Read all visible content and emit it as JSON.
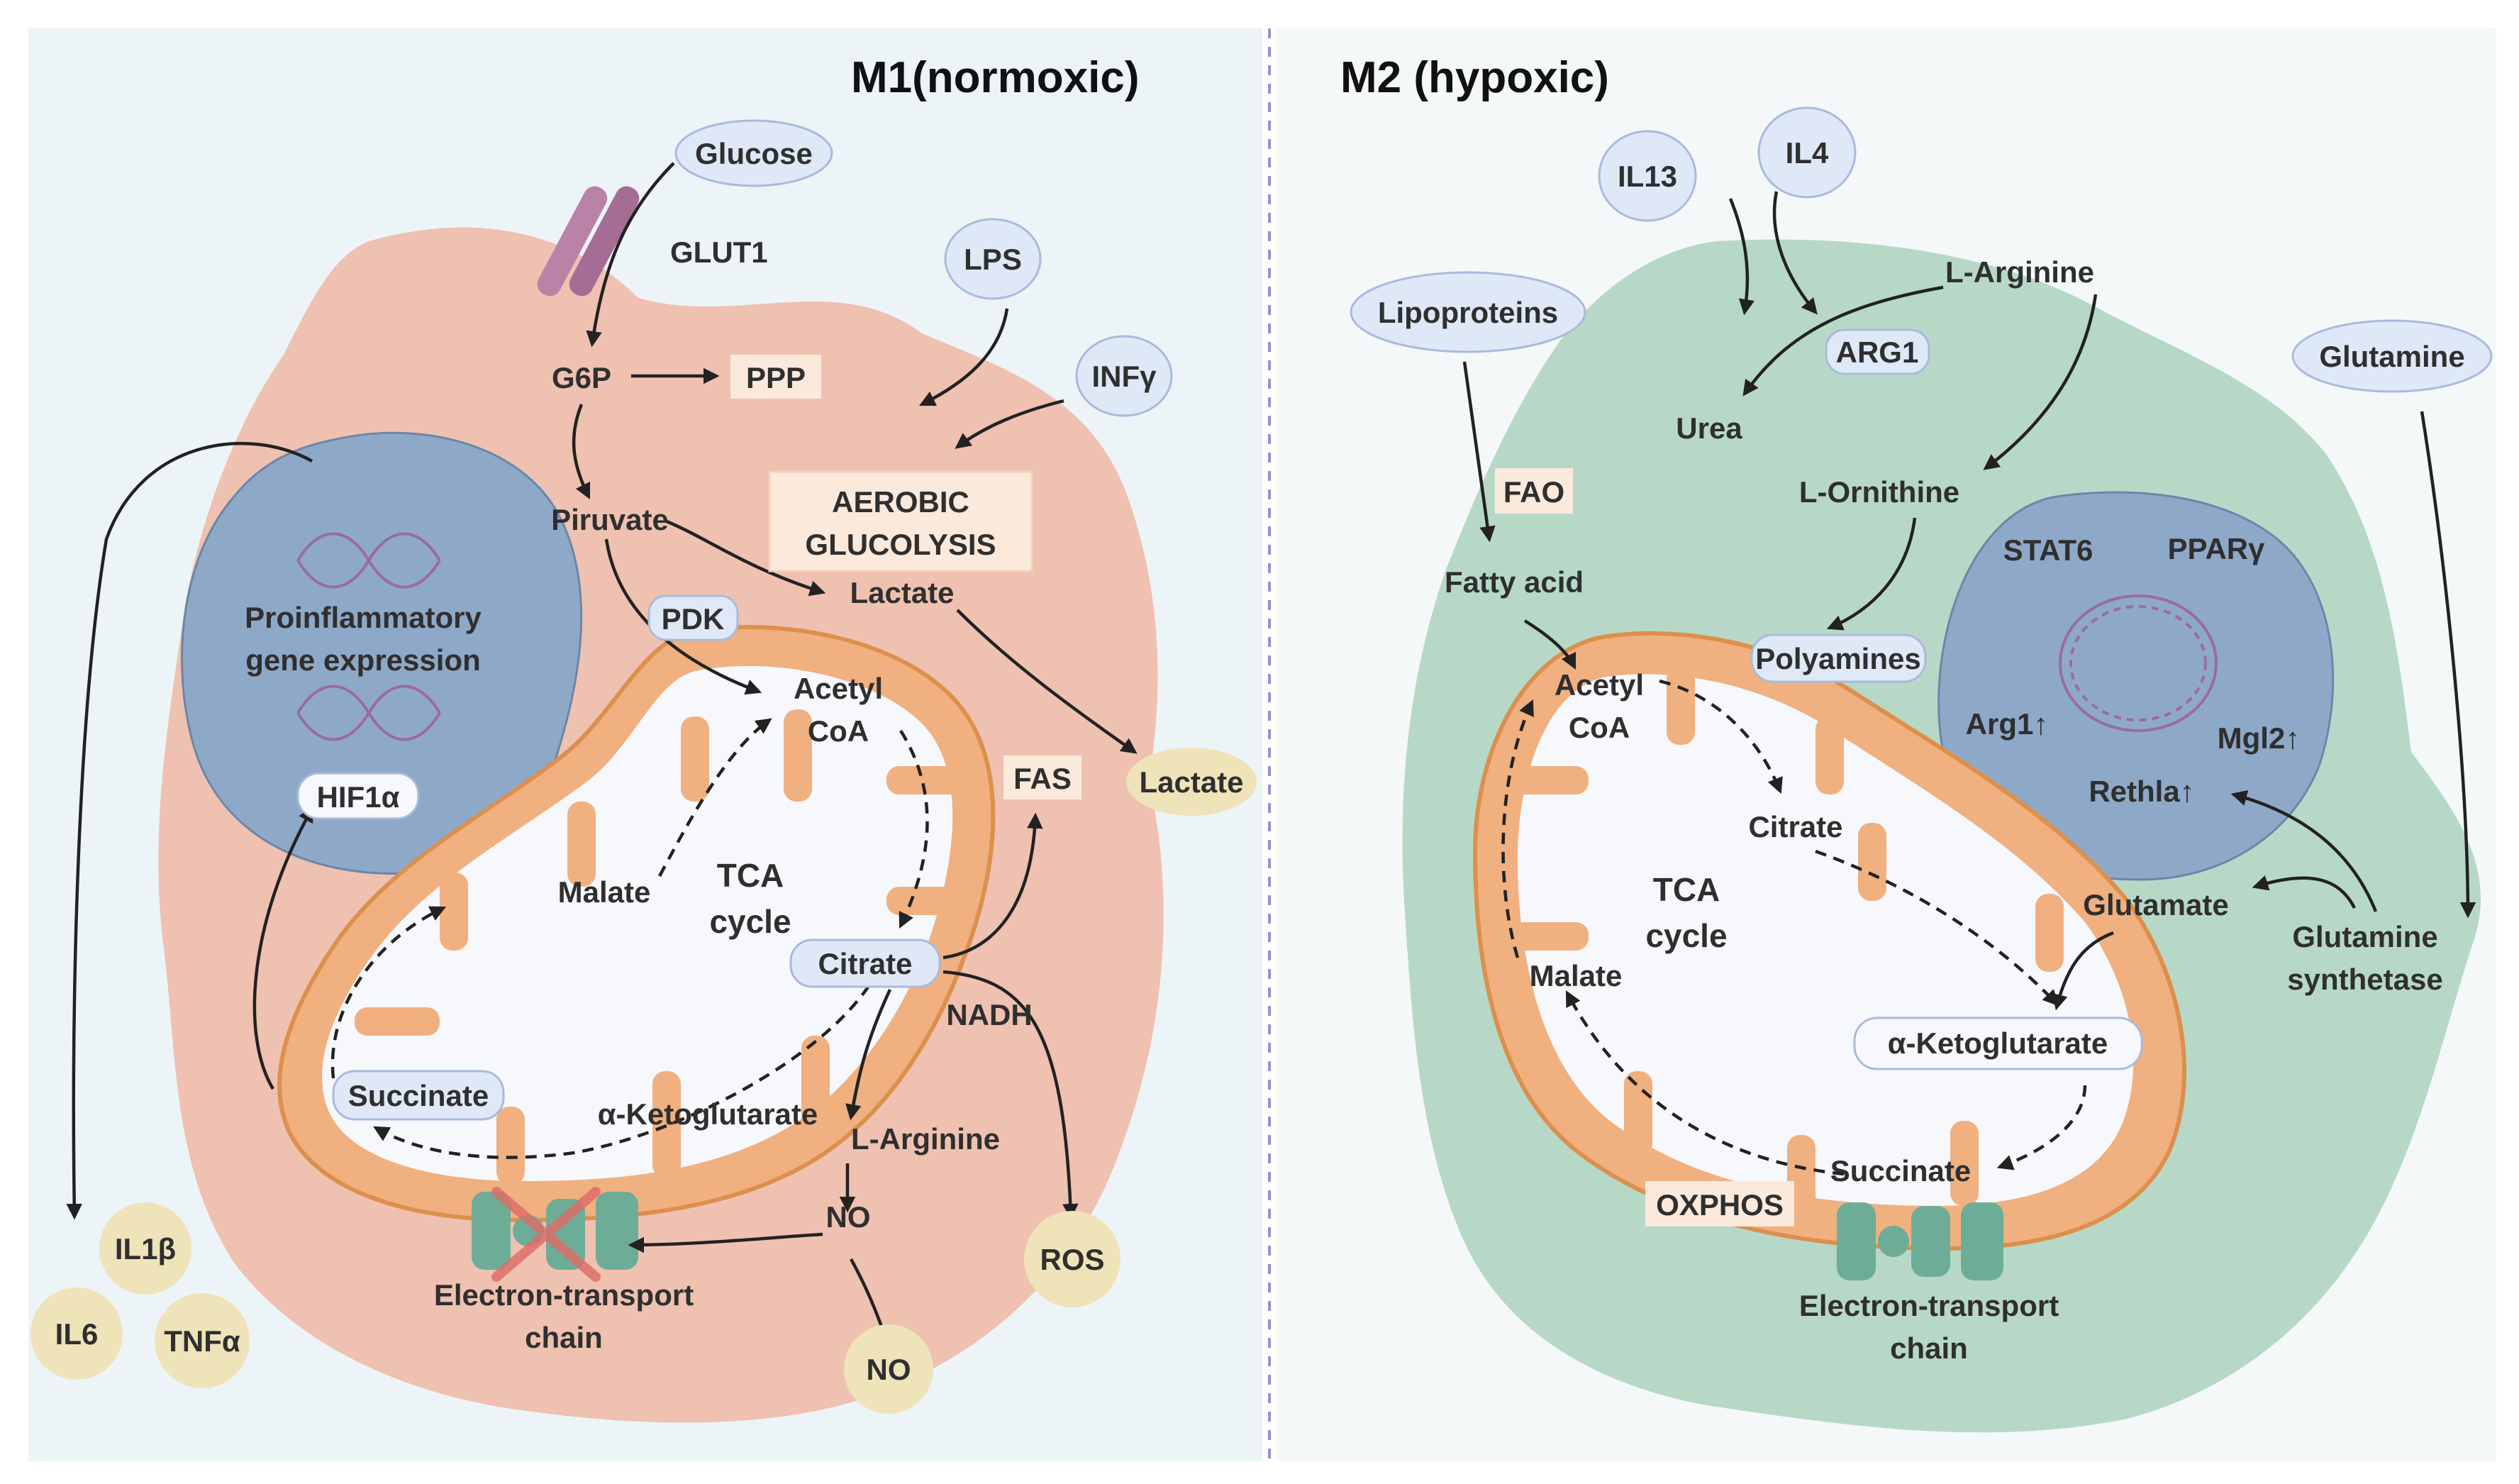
{
  "panels": {
    "m1": {
      "title": "M1(normoxic)",
      "inputs": {
        "glucose": "Glucose",
        "glut1": "GLUT1",
        "lps": "LPS",
        "infg": "INFγ"
      },
      "glycolysis": {
        "g6p": "G6P",
        "ppp": "PPP",
        "pyruvate": "Piruvate",
        "aerobic_line1": "AEROBIC",
        "aerobic_line2": "GLUCOLYSIS",
        "lactate": "Lactate",
        "lactate_out": "Lactate",
        "pdk": "PDK"
      },
      "nucleus": {
        "line1": "Proinflammatory",
        "line2": "gene expression",
        "hif1a": "HIF1α"
      },
      "mito": {
        "acetyl1": "Acetyl",
        "acetyl2": "CoA",
        "tca1": "TCA",
        "tca2": "cycle",
        "malate": "Malate",
        "citrate": "Citrate",
        "succinate": "Succinate",
        "akg": "α-Ketoglutarate"
      },
      "outputs": {
        "fas": "FAS",
        "nadh": "NADH",
        "larginine": "L-Arginine",
        "no": "NO",
        "no_out": "NO",
        "ros": "ROS",
        "etc1": "Electron-transport",
        "etc2": "chain"
      },
      "cytokines": {
        "il1b": "IL1β",
        "il6": "IL6",
        "tnfa": "TNFα"
      }
    },
    "m2": {
      "title": "M2 (hypoxic)",
      "inputs": {
        "il13": "IL13",
        "il4": "IL4",
        "lipoproteins": "Lipoproteins",
        "glutamine": "Glutamine"
      },
      "arginine": {
        "larginine": "L-Arginine",
        "arg1": "ARG1",
        "urea": "Urea",
        "lornithine": "L-Ornithine",
        "polyamines": "Polyamines"
      },
      "fat": {
        "fao": "FAO",
        "fatty": "Fatty acid"
      },
      "nucleus": {
        "stat6": "STAT6",
        "ppary": "PPARγ",
        "arg1g": "Arg1↑",
        "mgl2": "Mgl2↑",
        "rethla": "Rethla↑"
      },
      "mito": {
        "acetyl1": "Acetyl",
        "acetyl2": "CoA",
        "citrate": "Citrate",
        "tca1": "TCA",
        "tca2": "cycle",
        "malate": "Malate",
        "akg": "α-Ketoglutarate",
        "succinate": "Succinate",
        "oxphos": "OXPHOS",
        "etc1": "Electron-transport",
        "etc2": "chain"
      },
      "glut": {
        "glutamate": "Glutamate",
        "gs1": "Glutamine",
        "gs2": "synthetase"
      }
    }
  },
  "colors": {
    "m1_background": "#edf4f8",
    "m1_cell": "#efc1b0",
    "m2_cell": "#b7d8c7",
    "nucleus": "#8ea8c8",
    "mito_membrane": "#f0b080",
    "mito_outline": "#dd8f4c",
    "mito_inner": "#f6f8fb",
    "pill_fill": "#dfe8f7",
    "pill_stroke": "#a9badc",
    "product_fill": "#efe3b9",
    "box_fill": "#fbe9dc",
    "dna": "#9a6ba0",
    "separator": "#9a8fd0"
  }
}
